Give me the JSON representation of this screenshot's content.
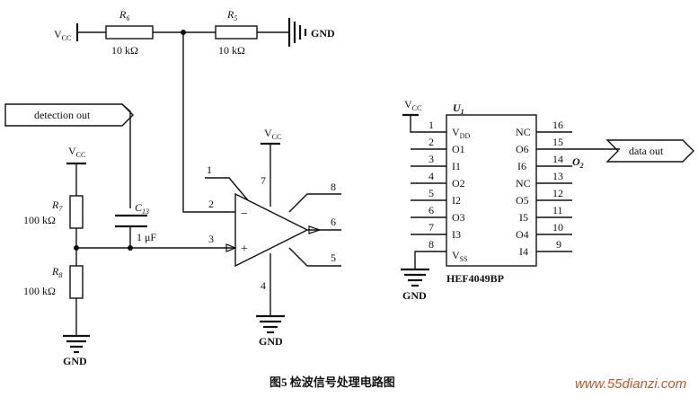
{
  "supply": {
    "vcc": "V",
    "vcc_sub": "CC",
    "gnd": "GND"
  },
  "resistors": {
    "r6": {
      "name": "R",
      "sub": "6",
      "value": "10 kΩ"
    },
    "r5": {
      "name": "R",
      "sub": "5",
      "value": "10 kΩ"
    },
    "r7": {
      "name": "R",
      "sub": "7",
      "value": "100 kΩ"
    },
    "r8": {
      "name": "R",
      "sub": "8",
      "value": "100 kΩ"
    }
  },
  "capacitor": {
    "name": "C",
    "sub": "13",
    "value": "1 μF"
  },
  "ports": {
    "detection_out": "detection out",
    "data_out": "data out"
  },
  "opamp": {
    "pin1": "1",
    "pin2": "2",
    "pin3": "3",
    "pin4": "4",
    "pin5": "5",
    "pin6": "6",
    "pin7": "7",
    "pin8": "8",
    "minus": "−",
    "plus": "+"
  },
  "ic": {
    "ref": "U",
    "ref_sub": "1",
    "part": "HEF4049BP",
    "left_pins": [
      {
        "num": "1",
        "label": "V",
        "label_sub": "DD"
      },
      {
        "num": "2",
        "label": "O1"
      },
      {
        "num": "3",
        "label": "I1"
      },
      {
        "num": "4",
        "label": "O2"
      },
      {
        "num": "5",
        "label": "I2"
      },
      {
        "num": "6",
        "label": "O3"
      },
      {
        "num": "7",
        "label": "I3"
      },
      {
        "num": "8",
        "label": "V",
        "label_sub": "SS"
      }
    ],
    "right_pins": [
      {
        "num": "16",
        "label": "NC"
      },
      {
        "num": "15",
        "label": "O6"
      },
      {
        "num": "14",
        "label": "I6"
      },
      {
        "num": "13",
        "label": "NC"
      },
      {
        "num": "12",
        "label": "O5"
      },
      {
        "num": "11",
        "label": "I5"
      },
      {
        "num": "10",
        "label": "O4"
      },
      {
        "num": "9",
        "label": "I4"
      }
    ],
    "output_label": "O",
    "output_sub": "2"
  },
  "caption": "图5   检波信号处理电路图",
  "watermark": "www.55dianzi.com"
}
